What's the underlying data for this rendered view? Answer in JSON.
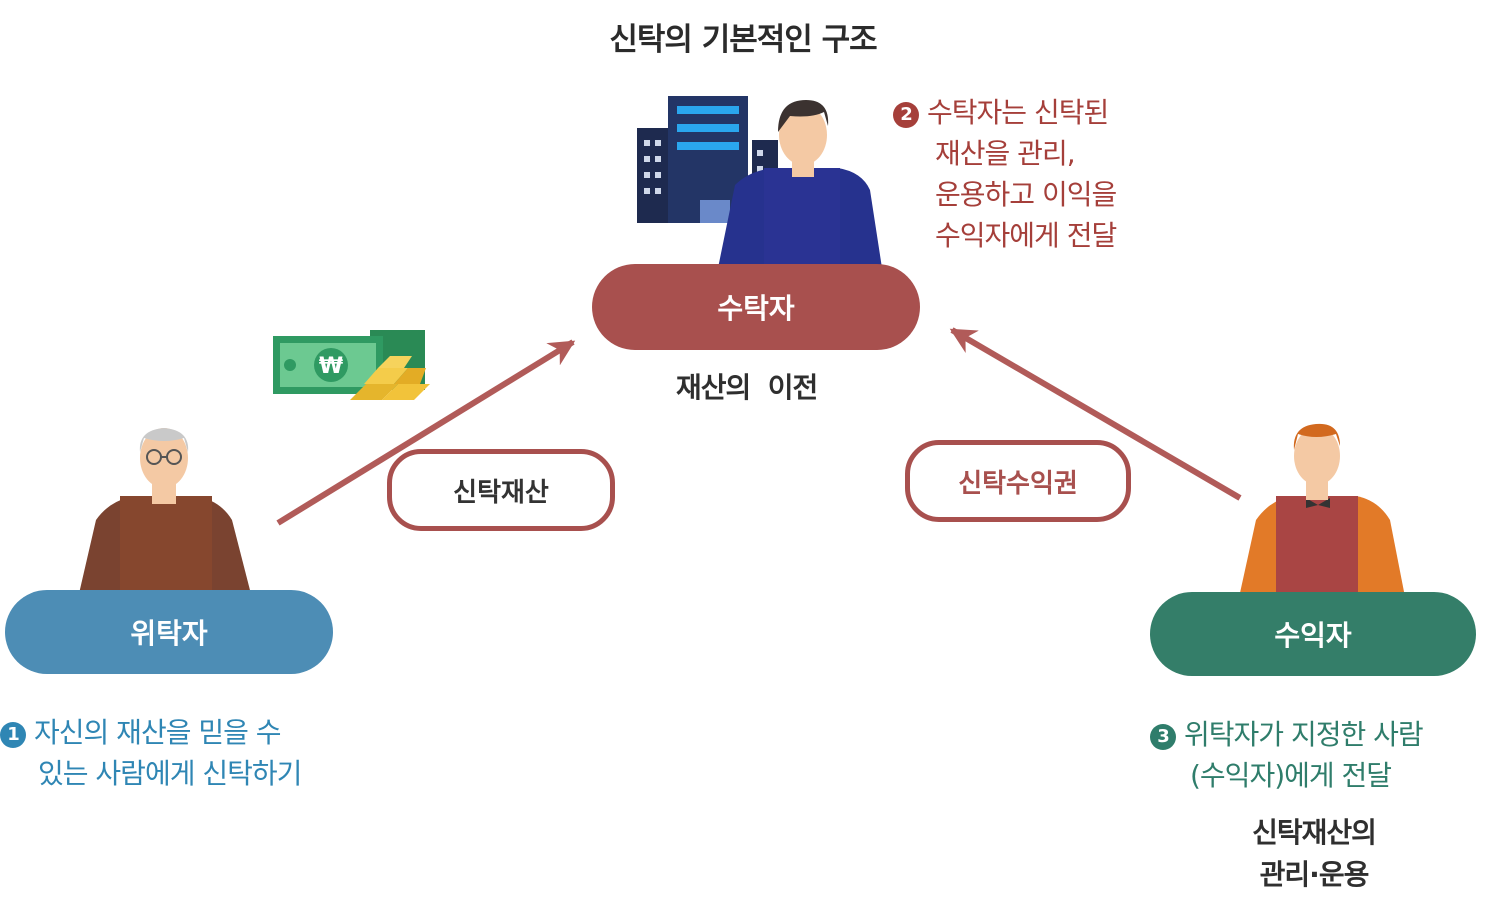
{
  "title": "신탁의 기본적인 구조",
  "colors": {
    "trustee": "#a8504e",
    "settlor": "#4d8db5",
    "beneficiary": "#347e69",
    "arrow": "#b15b59",
    "note_blue": "#2f86b4",
    "note_red": "#a53f3a",
    "note_green": "#2f7d6b"
  },
  "nodes": {
    "trustee": {
      "label": "수탁자"
    },
    "settlor": {
      "label": "위탁자"
    },
    "beneficiary": {
      "label": "수익자"
    }
  },
  "edges": {
    "trust_property": {
      "label": "신탁재산"
    },
    "beneficial_right": {
      "label": "신탁수익권"
    }
  },
  "captions": {
    "transfer": "재산의  이전",
    "management_line1": "신탁재산의",
    "management_line2": "관리·운용"
  },
  "notes": {
    "trustee": {
      "number": "2",
      "lines": [
        "수탁자는 신탁된",
        "재산을 관리,",
        "운용하고 이익을",
        "수익자에게 전달"
      ]
    },
    "settlor": {
      "number": "1",
      "lines": [
        "자신의 재산을 믿을 수",
        "있는 사람에게 신탁하기"
      ]
    },
    "beneficiary": {
      "number": "3",
      "lines": [
        "위탁자가 지정한 사람",
        "(수익자)에게 전달"
      ]
    }
  },
  "icons": [
    "building-icon",
    "trustee-person-icon",
    "money-gold-icon",
    "settlor-person-icon",
    "beneficiary-person-icon"
  ],
  "currency_symbol": "₩"
}
